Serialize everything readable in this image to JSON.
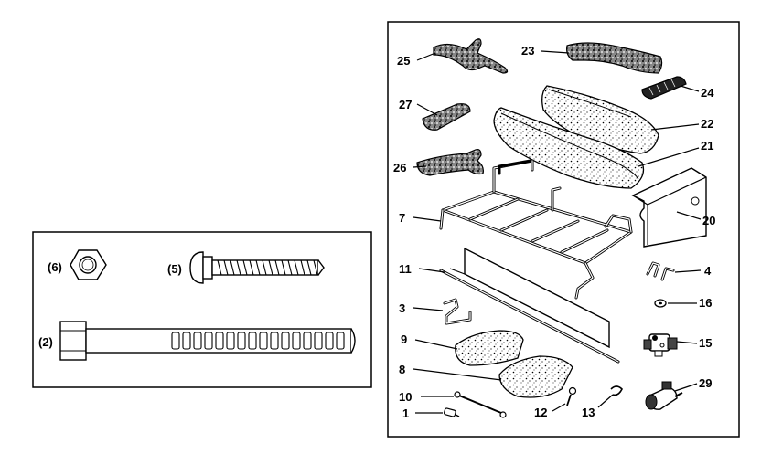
{
  "hardware_labels": {
    "nut": "(6)",
    "screw": "(5)",
    "bolt": "(2)"
  },
  "part_labels": {
    "p25": "25",
    "p23": "23",
    "p24": "24",
    "p27": "27",
    "p22": "22",
    "p21": "21",
    "p26": "26",
    "p20": "20",
    "p7": "7",
    "p11": "11",
    "p4": "4",
    "p16": "16",
    "p3": "3",
    "p15": "15",
    "p9": "9",
    "p8": "8",
    "p29": "29",
    "p10": "10",
    "p12": "12",
    "p13": "13",
    "p1": "1"
  }
}
